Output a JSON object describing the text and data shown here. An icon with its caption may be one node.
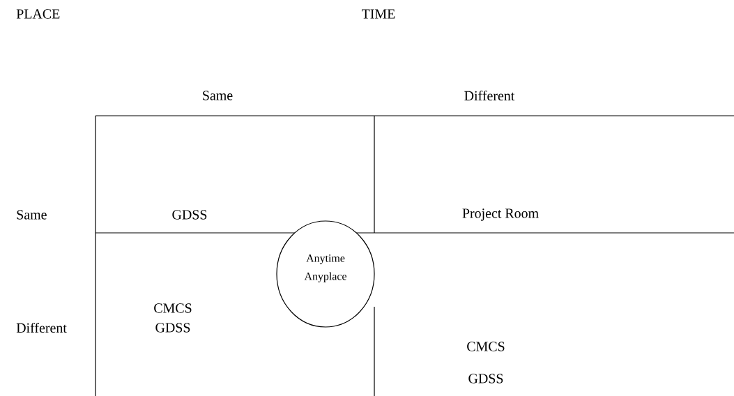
{
  "diagram": {
    "nodes": [
      {
        "text": [
          "Anytime Anyplace"
        ]
      }
    ],
    "labels": [
      "PLACE",
      "TIME",
      "Same",
      "Different",
      "Same",
      "GDSS",
      "Project Room",
      "CMCS",
      "Different",
      "GDSS",
      "CMCS",
      "GDSS"
    ]
  }
}
